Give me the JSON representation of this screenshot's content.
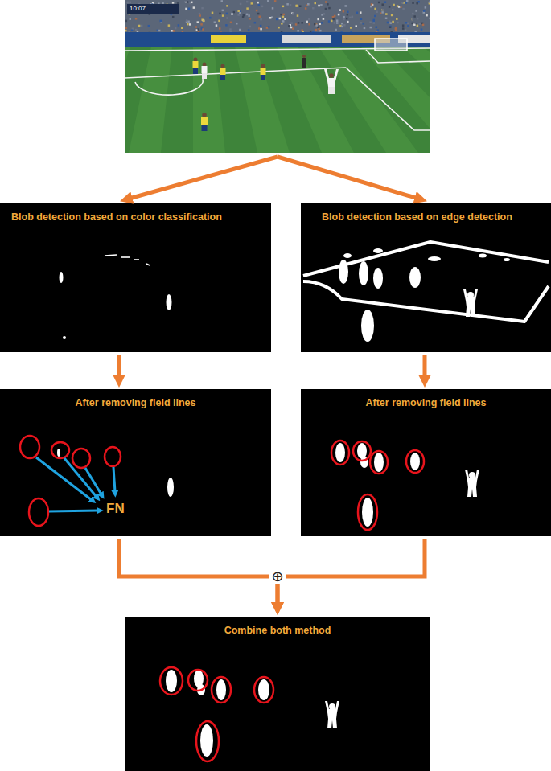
{
  "diagram": {
    "nodes": [
      {
        "text": [
          "10:07"
        ]
      },
      {
        "text": [
          "Blob detection based on color classification"
        ]
      },
      {
        "text": [
          "Blob detection based on edge detection"
        ]
      },
      {
        "text": [
          "After removing field lines",
          "FN"
        ]
      },
      {
        "text": [
          "After removing field lines"
        ]
      },
      {
        "text": [
          "Combine both method"
        ]
      }
    ],
    "edges": [
      {
        "from": 0,
        "to": 1,
        "arrow": "to"
      },
      {
        "from": 0,
        "to": 2,
        "arrow": "to"
      },
      {
        "from": 1,
        "to": 3,
        "arrow": "to"
      },
      {
        "from": 2,
        "to": 4,
        "arrow": "to"
      },
      {
        "from": 3,
        "to": 5,
        "arrow": "to"
      },
      {
        "from": 4,
        "to": 5,
        "arrow": "to"
      }
    ],
    "labels": [
      "⊕"
    ]
  }
}
